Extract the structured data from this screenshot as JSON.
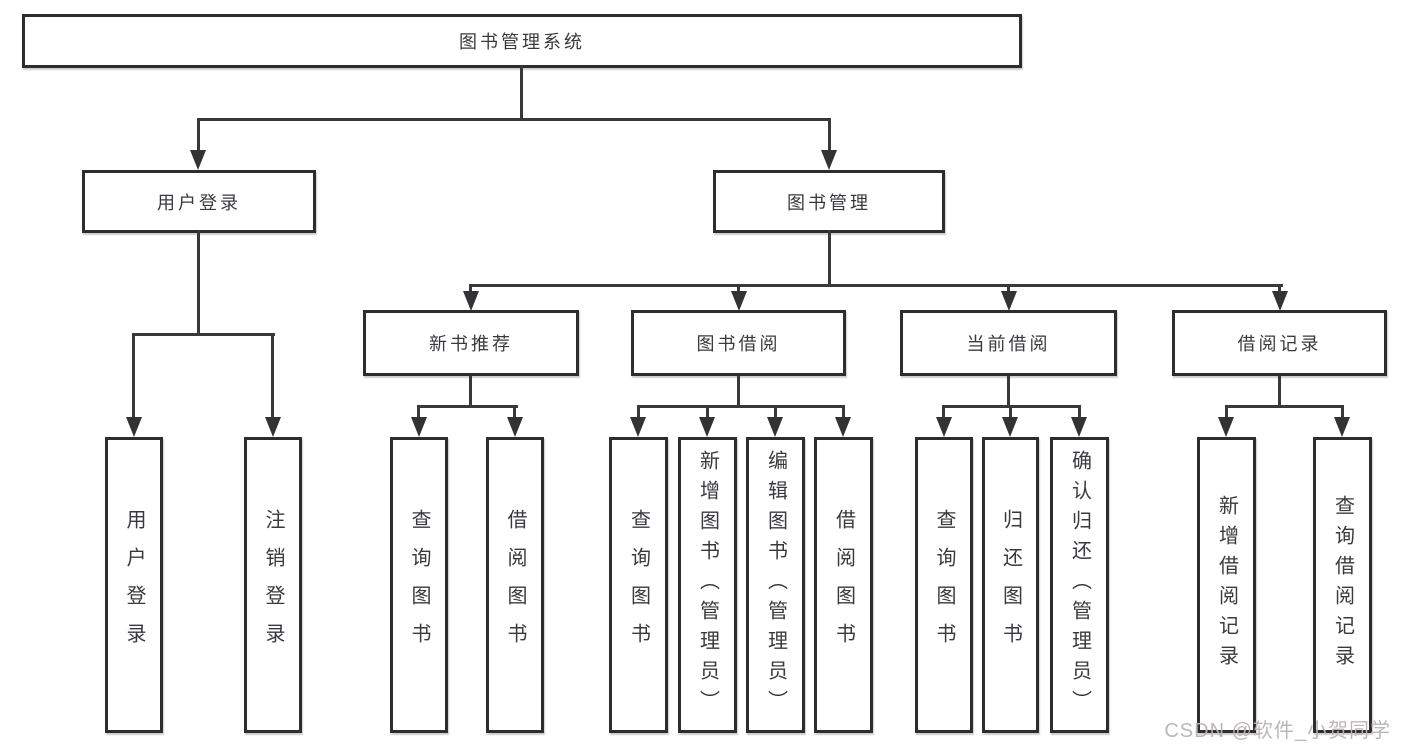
{
  "diagram": {
    "type": "hierarchy-tree",
    "root": {
      "label": "图书管理系统"
    },
    "level1": [
      {
        "label": "用户登录",
        "parent": "图书管理系统"
      },
      {
        "label": "图书管理",
        "parent": "图书管理系统"
      }
    ],
    "level2": [
      {
        "label": "新书推荐",
        "parent": "图书管理"
      },
      {
        "label": "图书借阅",
        "parent": "图书管理"
      },
      {
        "label": "当前借阅",
        "parent": "图书管理"
      },
      {
        "label": "借阅记录",
        "parent": "图书管理"
      }
    ],
    "leaves": [
      {
        "label": "用户登录",
        "parent": "用户登录"
      },
      {
        "label": "注销登录",
        "parent": "用户登录"
      },
      {
        "label": "查询图书",
        "parent": "新书推荐"
      },
      {
        "label": "借阅图书",
        "parent": "新书推荐"
      },
      {
        "label": "查询图书",
        "parent": "图书借阅"
      },
      {
        "label": "新增图书（管理员）",
        "parent": "图书借阅"
      },
      {
        "label": "编辑图书（管理员）",
        "parent": "图书借阅"
      },
      {
        "label": "借阅图书",
        "parent": "图书借阅"
      },
      {
        "label": "查询图书",
        "parent": "当前借阅"
      },
      {
        "label": "归还图书",
        "parent": "当前借阅"
      },
      {
        "label": "确认归还（管理员）",
        "parent": "当前借阅"
      },
      {
        "label": "新增借阅记录",
        "parent": "借阅记录"
      },
      {
        "label": "查询借阅记录",
        "parent": "借阅记录"
      }
    ]
  },
  "watermark": {
    "text": "CSDN @软件_小贺同学"
  },
  "colors": {
    "background": "#ffffff",
    "box_border": "#2d2d30",
    "line": "#38383b",
    "text": "#3a3a3e",
    "watermark": "#b9b4b4"
  }
}
